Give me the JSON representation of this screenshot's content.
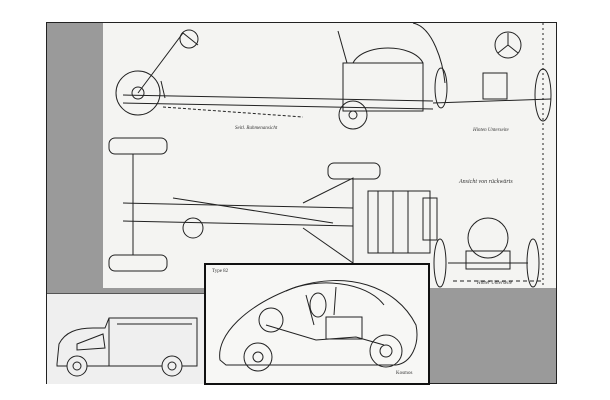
{
  "labels": {
    "side_view_left": "Seitl. Rahmenansicht",
    "side_view_right": "Hinten Unterseite",
    "rear_view": "Ansicht von rückwärts",
    "bottom_note": "Hinter Unterseite",
    "cutaway_tag": "Type 82",
    "cutaway_sign": "Kosmos"
  },
  "colors": {
    "frame_bg": "#9a9a9a",
    "paper": "#f4f4f2",
    "ink": "#222222"
  },
  "icons": [
    "steering-wheel-icon",
    "wheel-icon",
    "engine-icon"
  ]
}
